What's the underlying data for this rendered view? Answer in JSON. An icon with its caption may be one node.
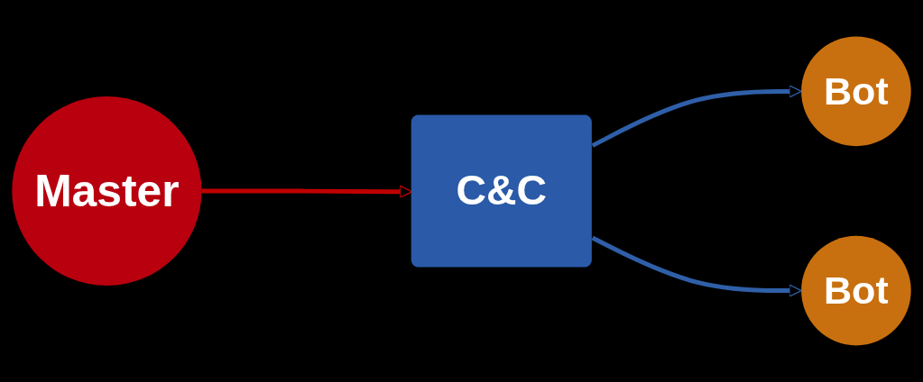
{
  "diagram": {
    "nodes": [
      {
        "text": [
          "Master"
        ]
      },
      {
        "text": [
          "C&C"
        ]
      },
      {
        "text": [
          "Bot"
        ]
      },
      {
        "text": [
          "Bot"
        ]
      }
    ],
    "edges": [
      {
        "from": 0,
        "to": 1,
        "arrow": "to",
        "color": "#c00000"
      },
      {
        "from": 1,
        "to": 2,
        "arrow": "to",
        "color": "#2f5fa8"
      },
      {
        "from": 1,
        "to": 3,
        "arrow": "to",
        "color": "#2f5fa8"
      }
    ]
  }
}
